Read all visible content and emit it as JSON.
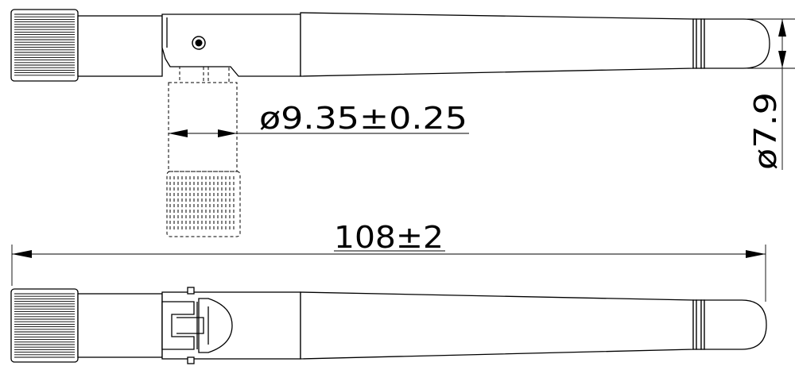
{
  "dimensions": {
    "connector_diameter": "ø9.35±0.25",
    "tip_diameter": "ø7.9",
    "overall_length": "108±2"
  },
  "colors": {
    "line": "#000000",
    "background": "#ffffff"
  }
}
